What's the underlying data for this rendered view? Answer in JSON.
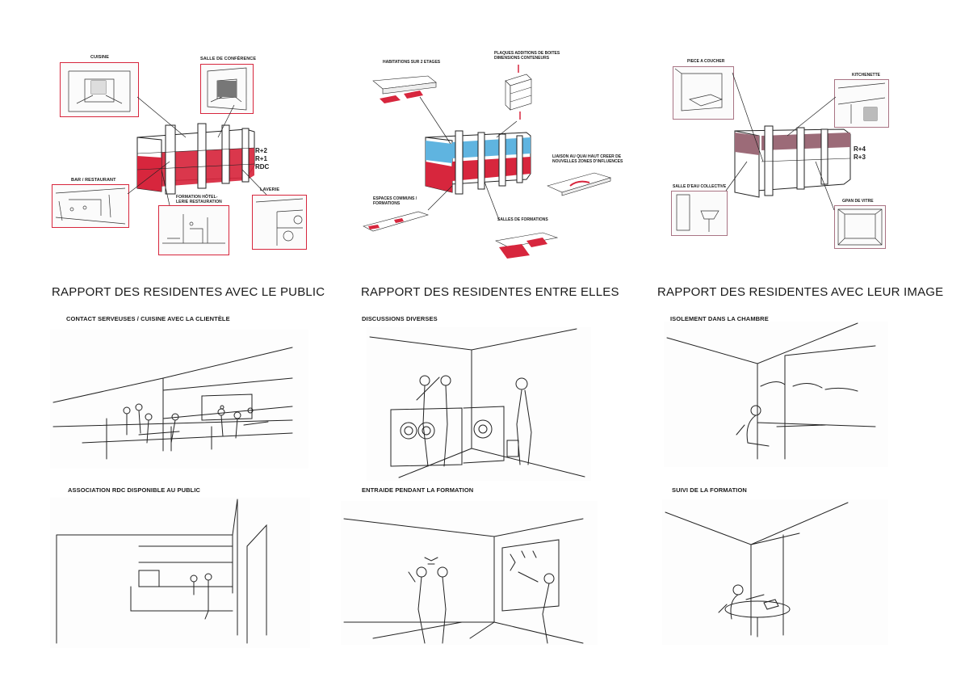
{
  "colors": {
    "red": "#d7263d",
    "blue": "#5fb4e0",
    "mauve": "#9c6b78",
    "ink": "#1a1a1a"
  },
  "columns": [
    {
      "title": "RAPPORT DES RESIDENTES AVEC LE PUBLIC",
      "diagram": {
        "labels": {
          "cuisine": "CUISINE",
          "conference": "SALLE DE CONFÉRENCE",
          "bar": "BAR / RESTAURANT",
          "formation": "FORMATION HÔTEL-\nLERIE RESTAURATION",
          "laverie": "LAVERIE"
        },
        "levels": "R+2\nR+1\nRDC"
      },
      "sketches": [
        {
          "caption": "CONTACT SERVEUSES / CUISINE AVEC LA CLIENTÈLE"
        },
        {
          "caption": "ASSOCIATION RDC DISPONIBLE AU PUBLIC"
        }
      ]
    },
    {
      "title": "RAPPORT DES RESIDENTES ENTRE ELLES",
      "diagram": {
        "labels": {
          "habitations": "HABITATIONS SUR 2 ETAGES",
          "plaques": "PLAQUES ADDITIONS DE BOITES\nDIMENSIONS CONTENEURS",
          "liaison": "LIAISON AU QUAI HAUT CREER DE\nNOUVELLES ZONES D'INFLUENCES",
          "espaces": "ESPACES COMMUNS /\nFORMATIONS",
          "salles": "SALLES DE FORMATIONS"
        }
      },
      "sketches": [
        {
          "caption": "DISCUSSIONS DIVERSES"
        },
        {
          "caption": "ENTRAIDE PENDANT LA FORMATION"
        }
      ]
    },
    {
      "title": "RAPPORT DES RESIDENTES AVEC LEUR IMAGE",
      "diagram": {
        "labels": {
          "piece": "PIECE A COUCHER",
          "kitchenette": "KITCHENETTE",
          "salle_eau": "SALLE D'EAU COLLECTIVE",
          "pan": "GPAN DE VITRE"
        },
        "levels": "R+4\nR+3"
      },
      "sketches": [
        {
          "caption": "ISOLEMENT DANS LA CHAMBRE"
        },
        {
          "caption": "SUIVI DE LA FORMATION"
        }
      ]
    }
  ]
}
